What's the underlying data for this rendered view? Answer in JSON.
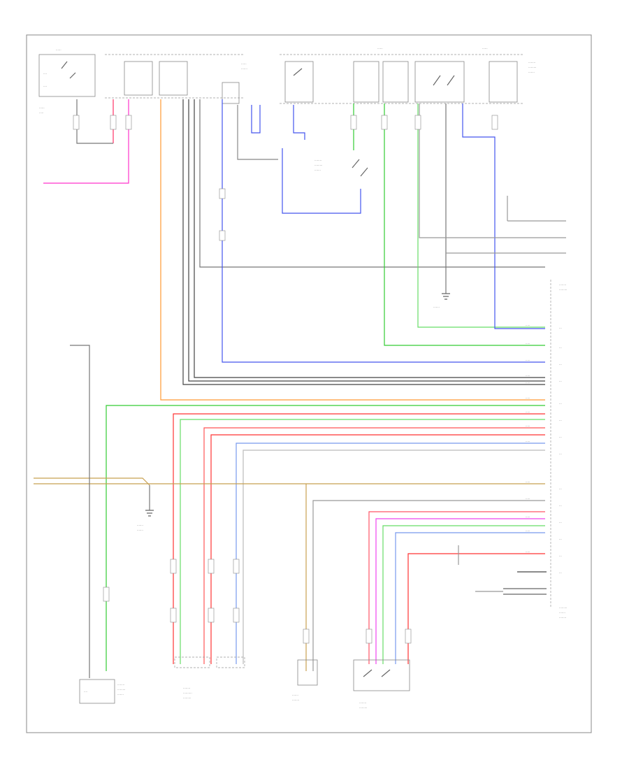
{
  "diagram": {
    "note_wire_type_1": "",
    "note_wire_type_2": "",
    "footer_code": "",
    "colors": {
      "frame": "#888888",
      "pink": "#ff33cc",
      "orange": "#ff9933",
      "dark_gray": "#555555",
      "gray": "#888888",
      "light_gray": "#bbbbbb",
      "blue": "#4455ee",
      "green": "#33cc33",
      "red": "#ff3333",
      "tan": "#c8a050",
      "magenta": "#ee44ee",
      "light_blue": "#7799ee"
    },
    "components": [
      {
        "id": "ignition-switch",
        "label": ""
      },
      {
        "id": "top-fuse-block-left",
        "label": ""
      },
      {
        "id": "top-fuse-block-mid",
        "label": ""
      },
      {
        "id": "top-fuse-block-right",
        "label": ""
      },
      {
        "id": "stop-light-switch",
        "label": ""
      },
      {
        "id": "neutral-start-switch",
        "label": ""
      },
      {
        "id": "engine-control-module",
        "label": ""
      },
      {
        "id": "throttle-body",
        "label": ""
      },
      {
        "id": "accelerator-pedal-sensor",
        "label": ""
      },
      {
        "id": "coolant-temp-sensor",
        "label": ""
      },
      {
        "id": "throttle-position-sensor",
        "label": ""
      }
    ]
  }
}
